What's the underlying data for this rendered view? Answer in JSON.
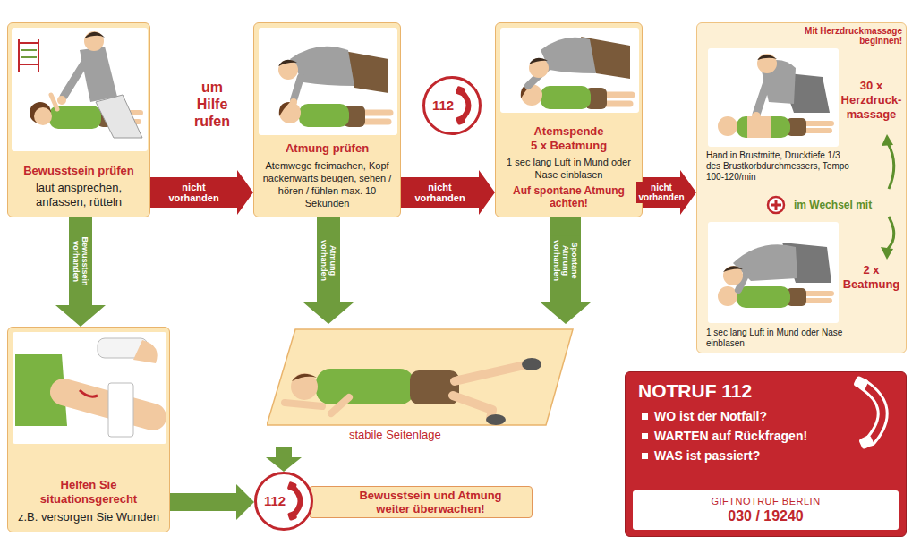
{
  "diagram": {
    "nodes": [
      {
        "text": [
          "Bewusstsein prüfen",
          "laut ansprechen, anfassen, rütteln"
        ]
      },
      {
        "text": [
          "Atmung prüfen",
          "Atemwege freimachen, Kopf nackenwärts beugen, sehen / hören / fühlen max. 10 Sekunden"
        ]
      },
      {
        "text": [
          "112"
        ]
      },
      {
        "text": [
          "Atemspende",
          "5 x Beatmung",
          "1 sec lang Luft in Mund oder Nase einblasen",
          "Auf spontane Atmung achten!"
        ]
      },
      {
        "text": [
          "Mit Herzdruckmassage beginnen!",
          "30 x Herzdruck- massage",
          "Hand in Brustmitte, Drucktiefe 1/3 des Brustkorbdurchmessers, Tempo 100-120/min",
          "im Wechsel mit",
          "2 x Beatmung",
          "1 sec lang Luft in Mund oder Nase einblasen"
        ]
      },
      {
        "text": [
          "Helfen Sie situationsgerecht",
          "z.B. versorgen Sie Wunden"
        ]
      },
      {
        "text": [
          "stabile Seitenlage"
        ]
      },
      {
        "text": [
          "112"
        ]
      },
      {
        "text": [
          "Bewusstsein und Atmung weiter überwachen!"
        ]
      },
      {
        "text": [
          "NOTRUF 112",
          "WO ist der Notfall?",
          "WARTEN auf Rückfragen!",
          "WAS ist passiert?"
        ]
      },
      {
        "text": [
          "GIFTNOTRUF BERLIN",
          "030 / 19240"
        ],
        "in": 9
      }
    ],
    "edges": [
      {
        "from": 0,
        "to": 1,
        "arrow": "to",
        "label": "nicht vorhanden"
      },
      {
        "from": 1,
        "to": 3,
        "arrow": "to",
        "label": "nicht vorhanden"
      },
      {
        "from": 3,
        "to": 4,
        "arrow": "to",
        "label": "nicht vorhanden"
      },
      {
        "from": 0,
        "to": 5,
        "arrow": "to",
        "label": "Bewusstsein vorhanden"
      },
      {
        "from": 1,
        "to": 6,
        "arrow": "to",
        "label": "Atmung vorhanden"
      },
      {
        "from": 3,
        "to": 6,
        "arrow": "to",
        "label": "Spontane Atmung vorhanden"
      },
      {
        "from": 6,
        "to": 7,
        "arrow": "to"
      },
      {
        "from": 5,
        "to": 7,
        "arrow": "to"
      }
    ],
    "labels": [
      "um Hilfe rufen"
    ]
  }
}
